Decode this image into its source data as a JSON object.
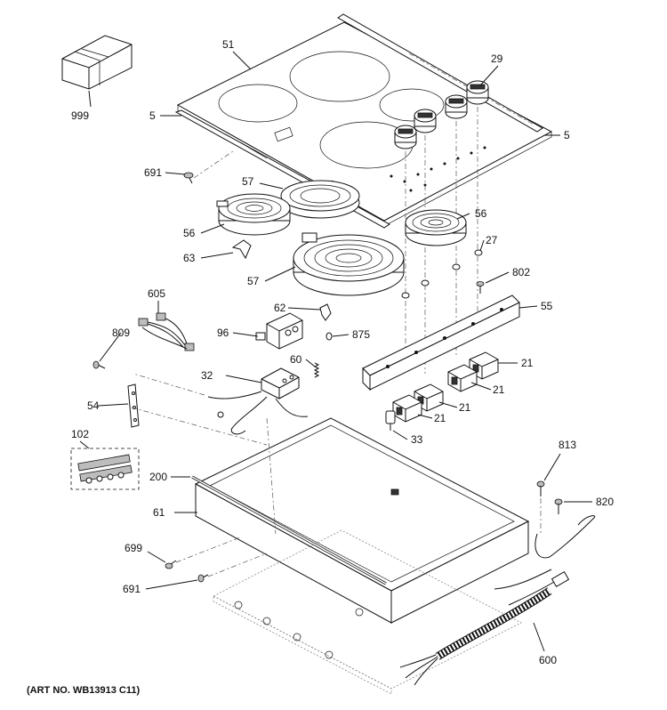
{
  "caption": "(ART NO. WB13913 C11)",
  "callouts": {
    "p999": "999",
    "p51": "51",
    "p29": "29",
    "p5_left": "5",
    "p5_right": "5",
    "p691_top": "691",
    "p57_top": "57",
    "p56_left": "56",
    "p56_right": "56",
    "p63": "63",
    "p27": "27",
    "p57_mid": "57",
    "p802": "802",
    "p605": "605",
    "p62": "62",
    "p55": "55",
    "p809": "809",
    "p96": "96",
    "p875": "875",
    "p60": "60",
    "p21_a": "21",
    "p32": "32",
    "p21_b": "21",
    "p21_c": "21",
    "p21_d": "21",
    "p54": "54",
    "p33": "33",
    "p102": "102",
    "p813": "813",
    "p200": "200",
    "p820": "820",
    "p61": "61",
    "p699": "699",
    "p691_bottom": "691",
    "p600": "600"
  }
}
